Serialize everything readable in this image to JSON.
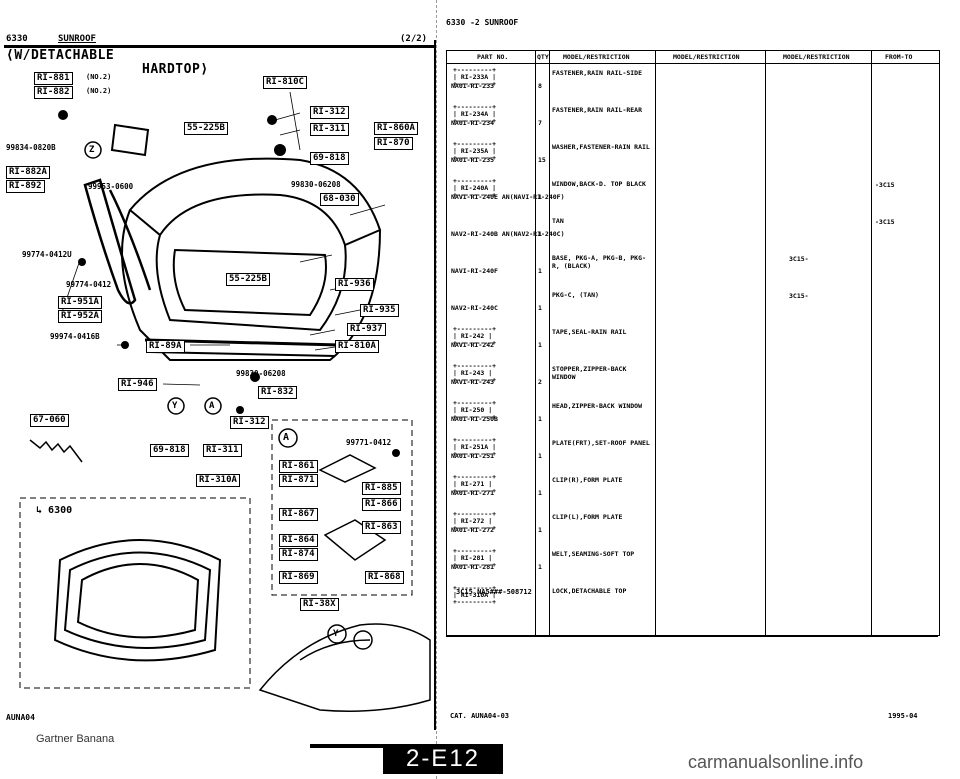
{
  "left": {
    "code": "6330",
    "title": "SUNROOF",
    "page": "(2/2)",
    "section_line1": "⟨W/DETACHABLE",
    "section_line2": "HARDTOP⟩",
    "refs": {
      "r1": "RI-881",
      "r1n": "(NO.2)",
      "r2": "RI-882",
      "r2n": "(NO.2)",
      "r3": "RI-810C",
      "r4": "55-225B",
      "r5": "RI-312",
      "r6": "RI-311",
      "r7": "RI-860A",
      "r8": "RI-870",
      "r9": "69-818",
      "r10": "RI-882A",
      "r11": "RI-892",
      "r12": "68-030",
      "r13": "55-225B",
      "r14": "RI-936",
      "r15": "RI-951A",
      "r16": "RI-952A",
      "r17": "RI-935",
      "r18": "RI-937",
      "r19": "RI-89A",
      "r20": "RI-810A",
      "r21": "RI-946",
      "r22": "RI-832",
      "r23": "67-060",
      "r24": "RI-312",
      "r25": "69-818",
      "r26": "RI-311",
      "r27": "RI-310A",
      "r28": "RI-861",
      "r29": "RI-871",
      "r30": "RI-885",
      "r31": "RI-866",
      "r32": "RI-867",
      "r33": "RI-863",
      "r34": "RI-864",
      "r35": "RI-874",
      "r36": "RI-869",
      "r37": "RI-868",
      "r38": "RI-38X"
    },
    "part_numbers": {
      "p1": "99834-0820B",
      "p2": "99953-0600",
      "p3": "99830-06208",
      "p4": "99774-0412U",
      "p5": "99774-0412",
      "p6": "99974-0416B",
      "p7": "99830-06208",
      "p8": "99771-0412"
    },
    "markers": {
      "z": "Z",
      "y": "Y",
      "a": "A",
      "y2": "Y"
    },
    "inset_label": "6300",
    "footer": "AUNA04"
  },
  "right": {
    "header": "6330 -2 SUNROOF",
    "columns": [
      "PART NO.",
      "QTY",
      "MODEL/RESTRICTION",
      "MODEL/RESTRICTION",
      "MODEL/RESTRICTION",
      "FROM-TO"
    ],
    "rows": [
      {
        "ref": "RI-233A",
        "part": "NA0I-RI-233",
        "qty": "8",
        "desc": "FASTENER,RAIN RAIL-SIDE",
        "cfrom": "",
        "frt": ""
      },
      {
        "ref": "RI-234A",
        "part": "NA0I-RI-234",
        "qty": "7",
        "desc": "FASTENER,RAIN RAIL-REAR",
        "cfrom": "",
        "frt": ""
      },
      {
        "ref": "RI-235A",
        "part": "NA0I-RI-235",
        "qty": "15",
        "desc": "WASHER,FASTENER-RAIN RAIL",
        "cfrom": "",
        "frt": ""
      },
      {
        "ref": "RI-240A",
        "part": "NAVI-RI-240E AN(NAVI-RI-240F)",
        "qty": "1",
        "desc": "WINDOW,BACK-D. TOP BLACK",
        "cfrom": "",
        "frt": "-3C15"
      },
      {
        "ref": "",
        "part": "NAV2-RI-240B AN(NAV2-RI-240C)",
        "qty": "1",
        "desc": "TAN",
        "cfrom": "",
        "frt": "-3C15"
      },
      {
        "ref": "",
        "part": "NAVI-RI-240F",
        "qty": "1",
        "desc": "BASE, PKG-A, PKG-B, PKG-R, (BLACK)",
        "cfrom": "3C15-",
        "frt": ""
      },
      {
        "ref": "",
        "part": "NAV2-RI-240C",
        "qty": "1",
        "desc": "PKG-C, (TAN)",
        "cfrom": "3C15-",
        "frt": ""
      },
      {
        "ref": "RI-242",
        "part": "NAVI-RI-242",
        "qty": "1",
        "desc": "TAPE,SEAL-RAIN RAIL",
        "cfrom": "",
        "frt": ""
      },
      {
        "ref": "RI-243",
        "part": "NAVI-RI-243",
        "qty": "2",
        "desc": "STOPPER,ZIPPER-BACK WINDOW",
        "cfrom": "",
        "frt": ""
      },
      {
        "ref": "RI-250",
        "part": "NA0I-RI-250B",
        "qty": "1",
        "desc": "HEAD,ZIPPER-BACK WINDOW",
        "cfrom": "",
        "frt": ""
      },
      {
        "ref": "RI-251A",
        "part": "NA0I-RI-251",
        "qty": "1",
        "desc": "PLATE(FRT),SET-ROOF PANEL",
        "cfrom": "",
        "frt": ""
      },
      {
        "ref": "RI-271",
        "part": "NA0I-RI-271",
        "qty": "1",
        "desc": "CLIP(R),FORM PLATE",
        "cfrom": "",
        "frt": ""
      },
      {
        "ref": "RI-272",
        "part": "NA0I-RI-272",
        "qty": "1",
        "desc": "CLIP(L),FORM PLATE",
        "cfrom": "",
        "frt": ""
      },
      {
        "ref": "RI-281",
        "part": "NA0I-RI-281",
        "qty": "1",
        "desc": "WELT,SEAMING-SOFT TOP",
        "cfrom": "",
        "frt": ""
      },
      {
        "ref": "RI-310A",
        "part": "",
        "qty": "",
        "desc": "LOCK,DETACHABLE TOP",
        "cfrom": "",
        "frt": ""
      }
    ],
    "footnote": "3C15 NA5###-508712",
    "catalog_code": "CAT. AUNA04-03",
    "date": "1995-04"
  },
  "bottom": {
    "left_watermark": "Gartner Banana",
    "page_tab": "2-E12",
    "right_watermark": "carmanualsonline.info"
  }
}
